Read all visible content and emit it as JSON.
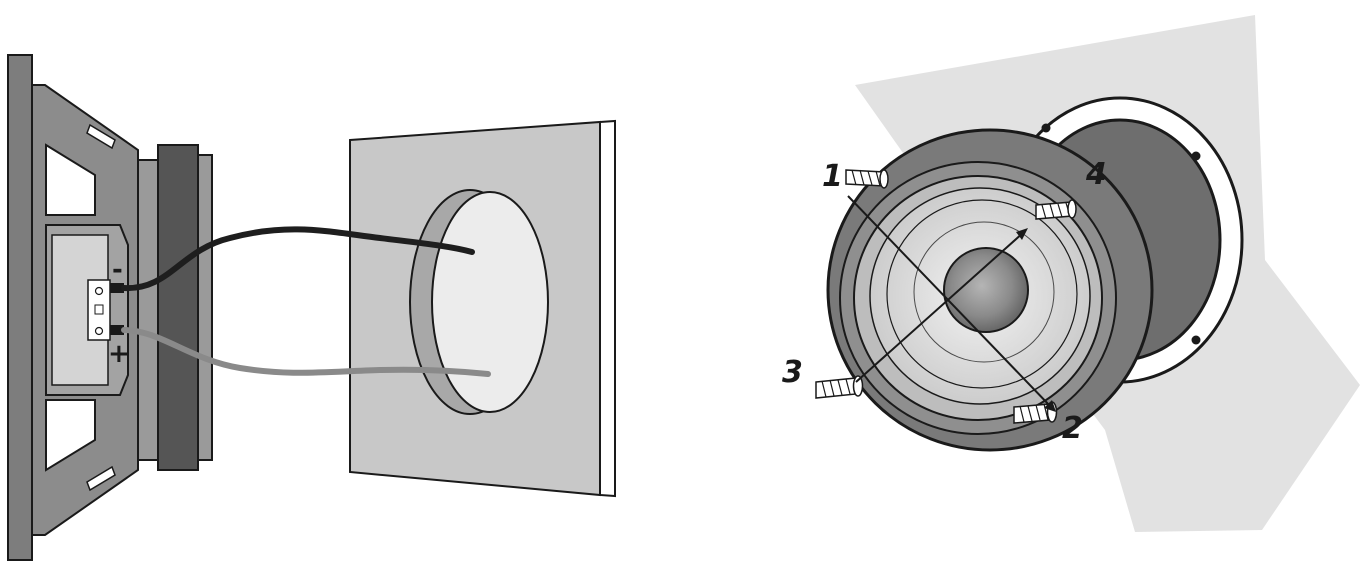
{
  "wiring_diagram": {
    "polarity_negative": "-",
    "polarity_positive": "+"
  },
  "mounting_diagram": {
    "screw_labels": [
      "1",
      "2",
      "3",
      "4"
    ]
  },
  "colors": {
    "frame": "#8c8c8c",
    "magnet": "#555555",
    "wire_negative": "#1e1e1e",
    "wire_positive": "#8a8a8a",
    "panel": "#c8c8c8",
    "door_panel": "#e2e2e2",
    "speaker_ring": "#7a7a7a",
    "cone": "#d9d9d9",
    "dust_cap": "#7e7e7e"
  }
}
